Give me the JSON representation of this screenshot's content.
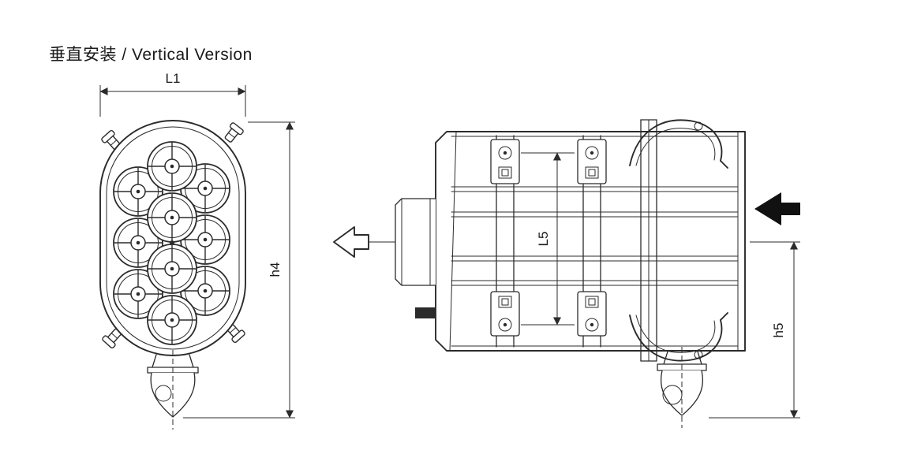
{
  "title": "垂直安装 / Vertical Version",
  "dimensions": {
    "l1": "L1",
    "h4": "h4",
    "l5": "L5",
    "h5": "h5"
  },
  "flow": {
    "inlet_icon": "solid-left-arrow",
    "outlet_icon": "outline-left-arrow"
  },
  "colors": {
    "line": "#2b2b2b",
    "background": "#ffffff"
  }
}
